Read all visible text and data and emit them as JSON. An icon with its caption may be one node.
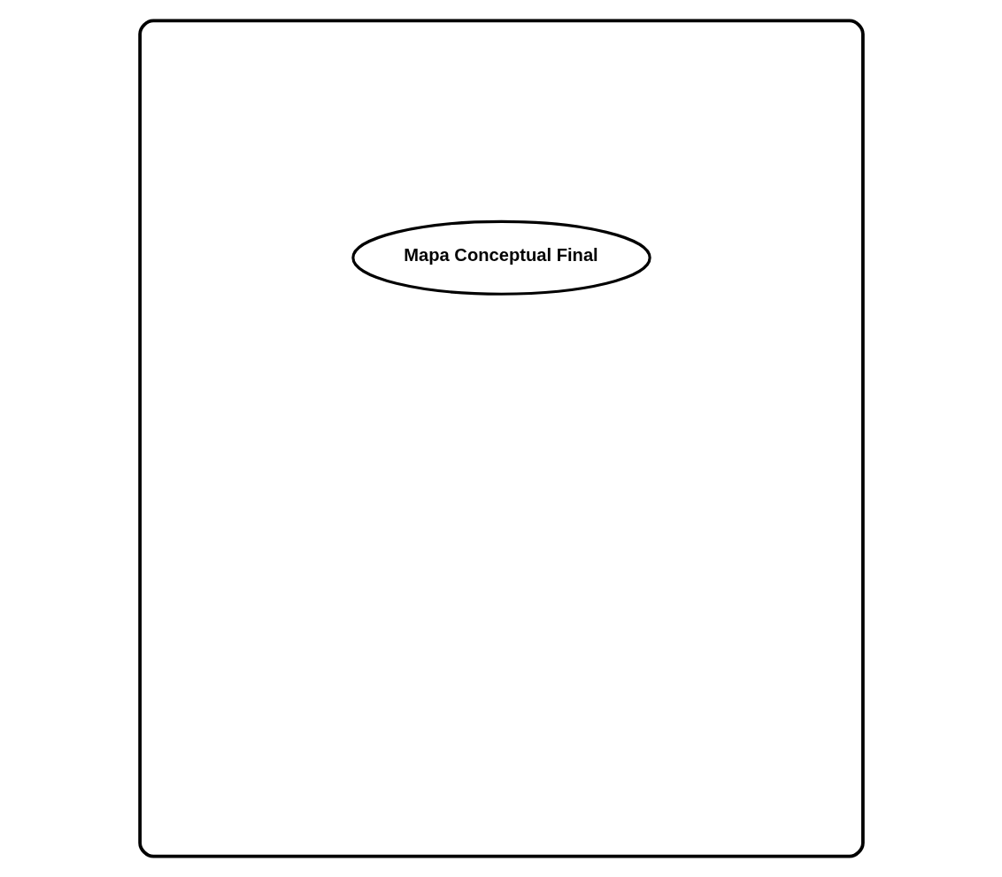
{
  "diagram": {
    "nodes": [
      {
        "text": [],
        "shape": "box"
      },
      {
        "text": [
          "Mapa Conceptual Final"
        ],
        "in": 0
      }
    ]
  }
}
